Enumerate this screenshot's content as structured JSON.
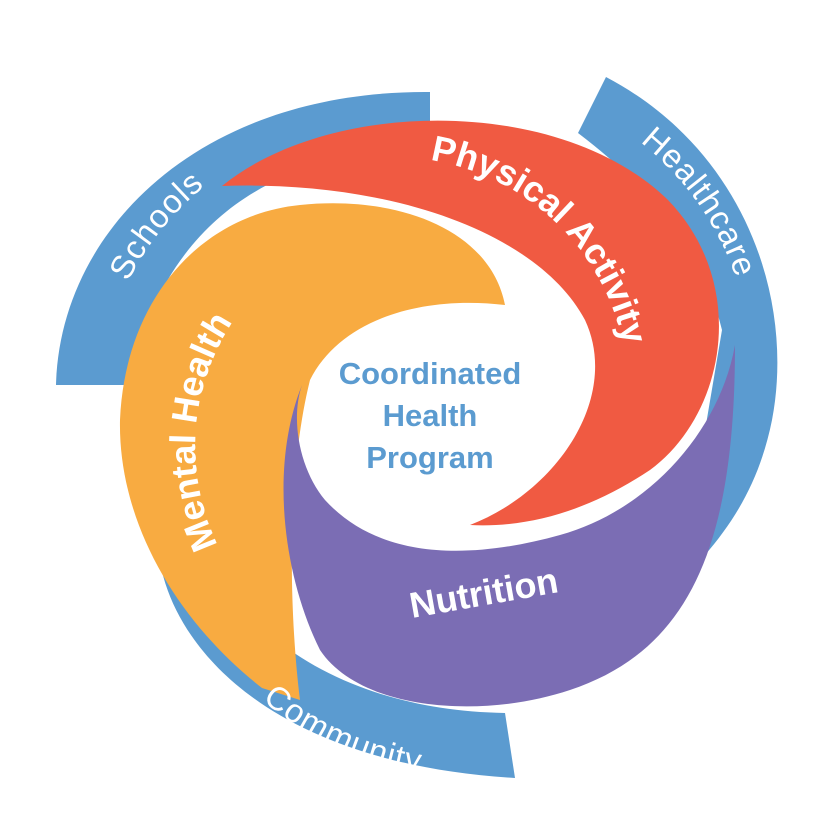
{
  "center": {
    "lines": [
      "Coordinated",
      "Health",
      "Program"
    ]
  },
  "outer_ring": {
    "schools": "Schools",
    "healthcare": "Healthcare",
    "community": "Community"
  },
  "segments": {
    "physical_activity": "Physical Activity",
    "mental_health": "Mental Health",
    "nutrition": "Nutrition"
  },
  "colors": {
    "outer_blue": "#5b9bd0",
    "physical_activity": "#f05a42",
    "mental_health": "#f8ab41",
    "nutrition": "#7b6db4",
    "center_text": "#5b9bd0",
    "label_text": "#ffffff"
  }
}
